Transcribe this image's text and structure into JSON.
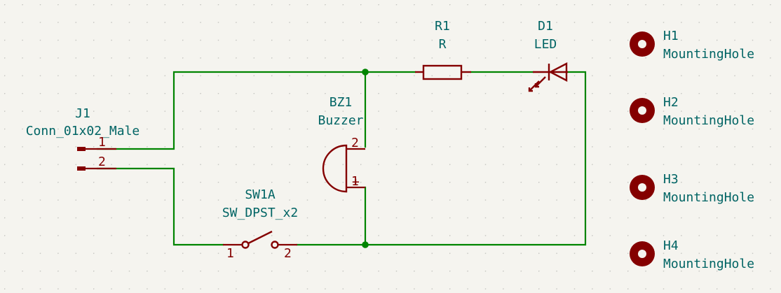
{
  "components": {
    "J1": {
      "ref": "J1",
      "value": "Conn_01x02_Male",
      "pin1": "1",
      "pin2": "2"
    },
    "R1": {
      "ref": "R1",
      "value": "R"
    },
    "D1": {
      "ref": "D1",
      "value": "LED"
    },
    "BZ1": {
      "ref": "BZ1",
      "value": "Buzzer",
      "pin1": "1",
      "pin2": "2"
    },
    "SW1A": {
      "ref": "SW1A",
      "value": "SW_DPST_x2",
      "pin1": "1",
      "pin2": "2"
    },
    "H1": {
      "ref": "H1",
      "value": "MountingHole"
    },
    "H2": {
      "ref": "H2",
      "value": "MountingHole"
    },
    "H3": {
      "ref": "H3",
      "value": "MountingHole"
    },
    "H4": {
      "ref": "H4",
      "value": "MountingHole"
    }
  },
  "colors": {
    "background": "#f5f4ef",
    "grid": "#c8c8c8",
    "wire": "#008400",
    "symbol": "#840000",
    "label": "#006464"
  }
}
